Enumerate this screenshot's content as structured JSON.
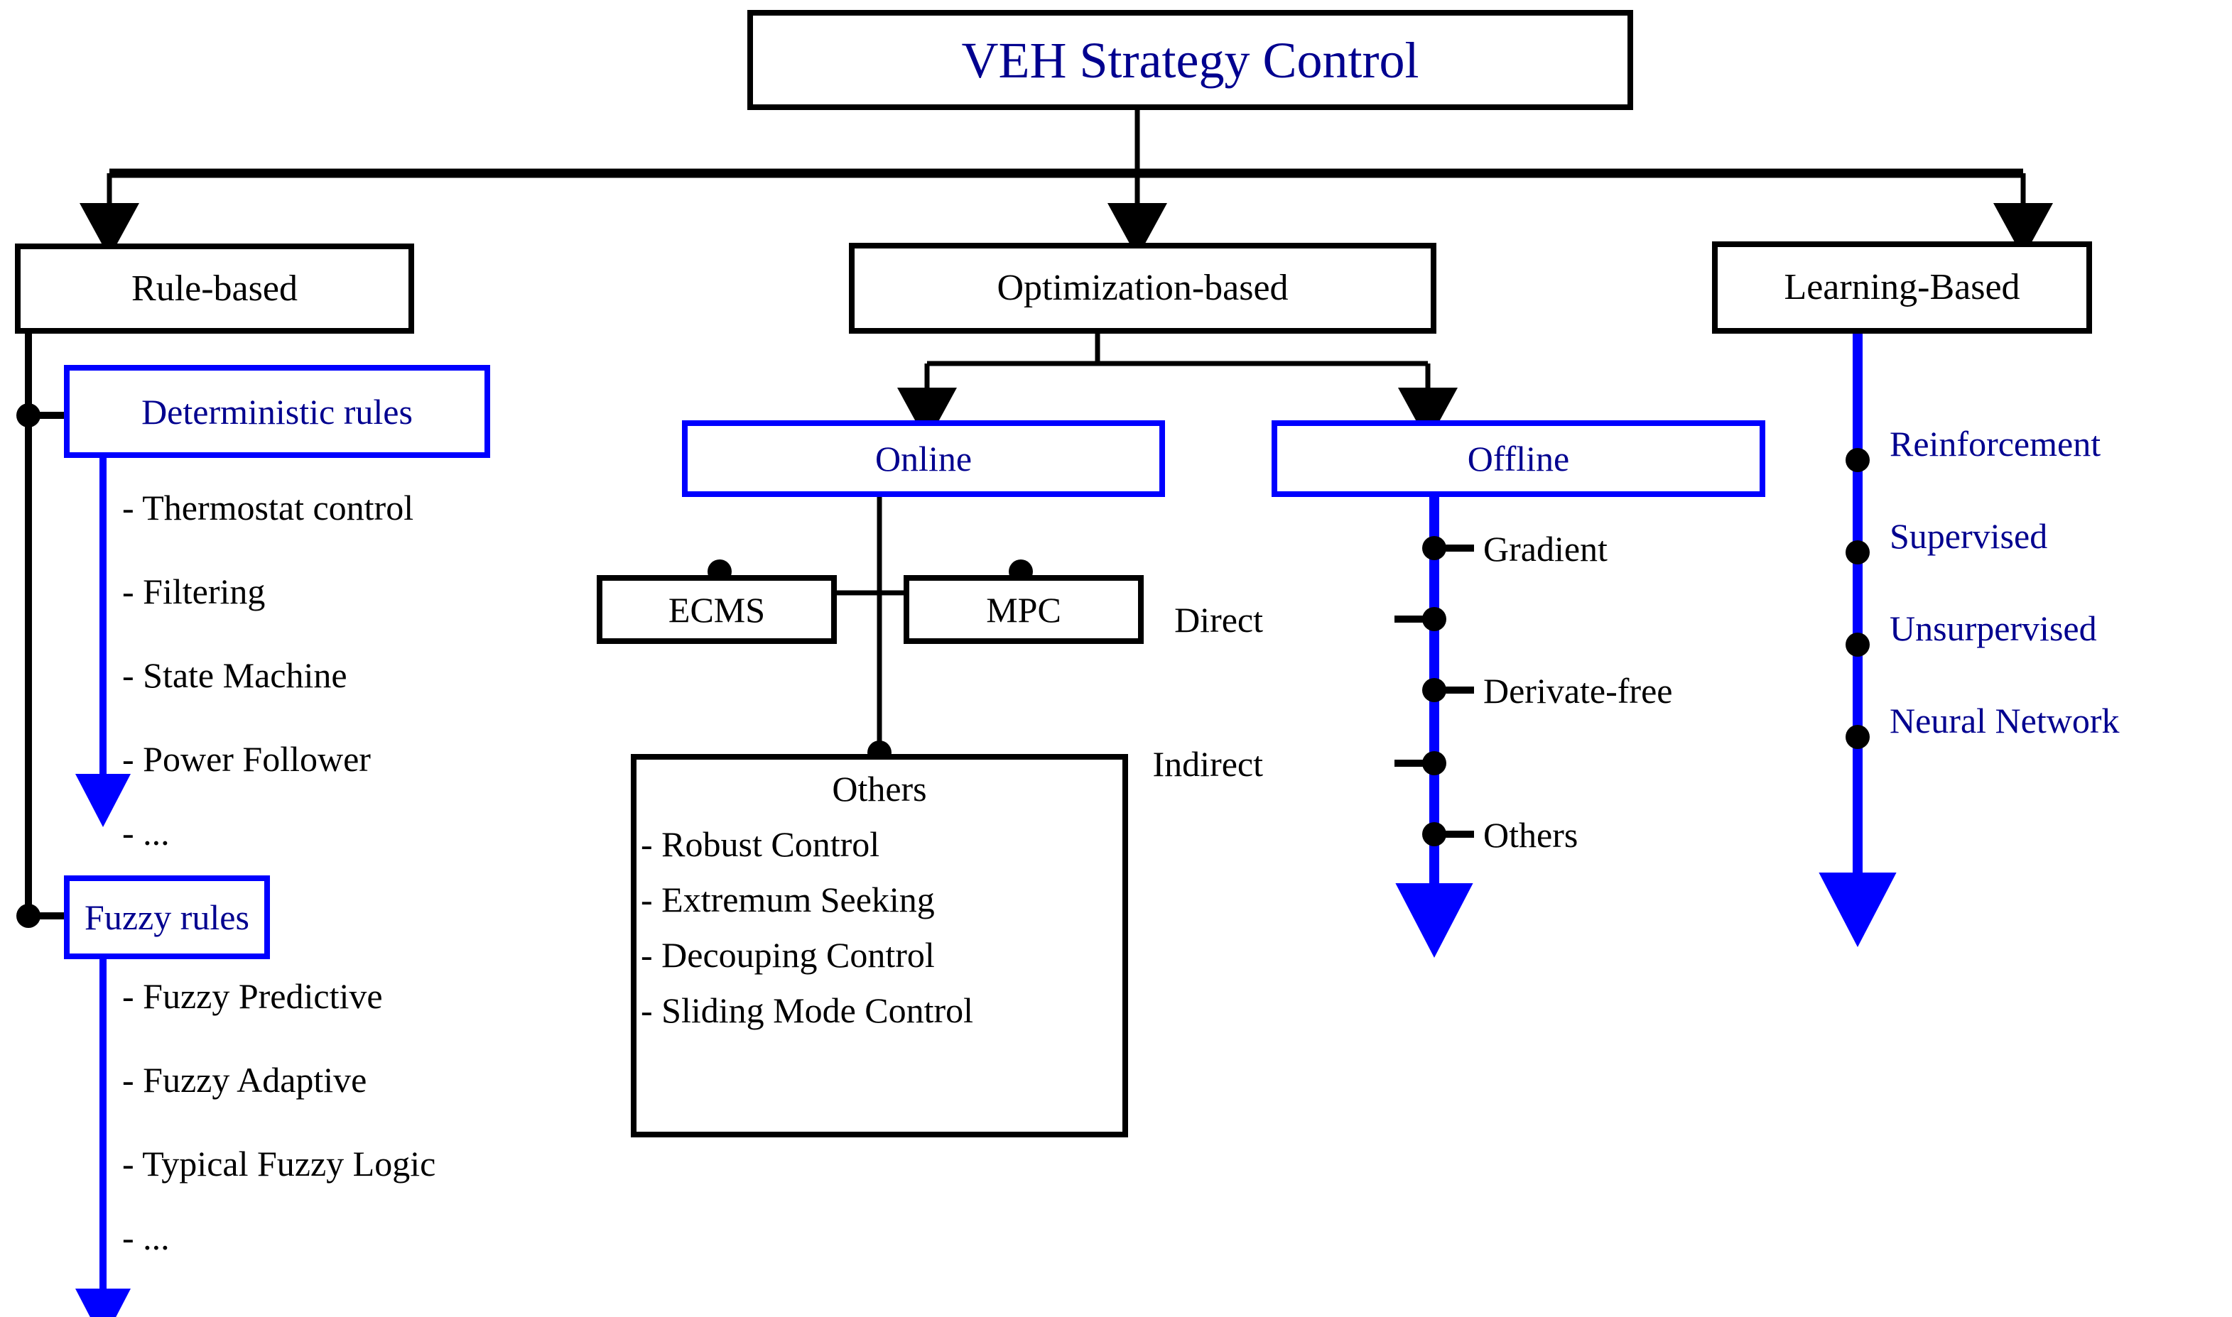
{
  "diagram": {
    "title": "VEH Strategy Control",
    "colors": {
      "black": "#000000",
      "blue_line": "#0000ff",
      "blue_text": "#00008f",
      "background": "#ffffff"
    },
    "root": {
      "label": "VEH Strategy Control"
    },
    "branches": {
      "rule_based": {
        "label": "Rule-based",
        "children": [
          {
            "label": "Deterministic rules",
            "items": [
              "- Thermostat control",
              "- Filtering",
              "- State Machine",
              "- Power Follower",
              "- ..."
            ]
          },
          {
            "label": "Fuzzy rules",
            "items": [
              "- Fuzzy Predictive",
              "- Fuzzy Adaptive",
              "- Typical Fuzzy Logic",
              "- ..."
            ]
          }
        ]
      },
      "optimization_based": {
        "label": "Optimization-based",
        "children": [
          {
            "label": "Online",
            "boxes": [
              "ECMS",
              "MPC"
            ],
            "others": {
              "title": "Others",
              "items": [
                "- Robust Control",
                "- Extremum Seeking",
                "- Decouping Control",
                "- Sliding Mode Control"
              ]
            }
          },
          {
            "label": "Offline",
            "nodes": [
              {
                "label": "Gradient",
                "side": "right"
              },
              {
                "label": "Direct",
                "side": "left"
              },
              {
                "label": "Derivate-free",
                "side": "right"
              },
              {
                "label": "Indirect",
                "side": "left"
              },
              {
                "label": "Others",
                "side": "right"
              }
            ]
          }
        ]
      },
      "learning_based": {
        "label": "Learning-Based",
        "nodes": [
          {
            "label": "Reinforcement"
          },
          {
            "label": "Supervised"
          },
          {
            "label": "Unsurpervised"
          },
          {
            "label": "Neural Network"
          }
        ]
      }
    }
  }
}
